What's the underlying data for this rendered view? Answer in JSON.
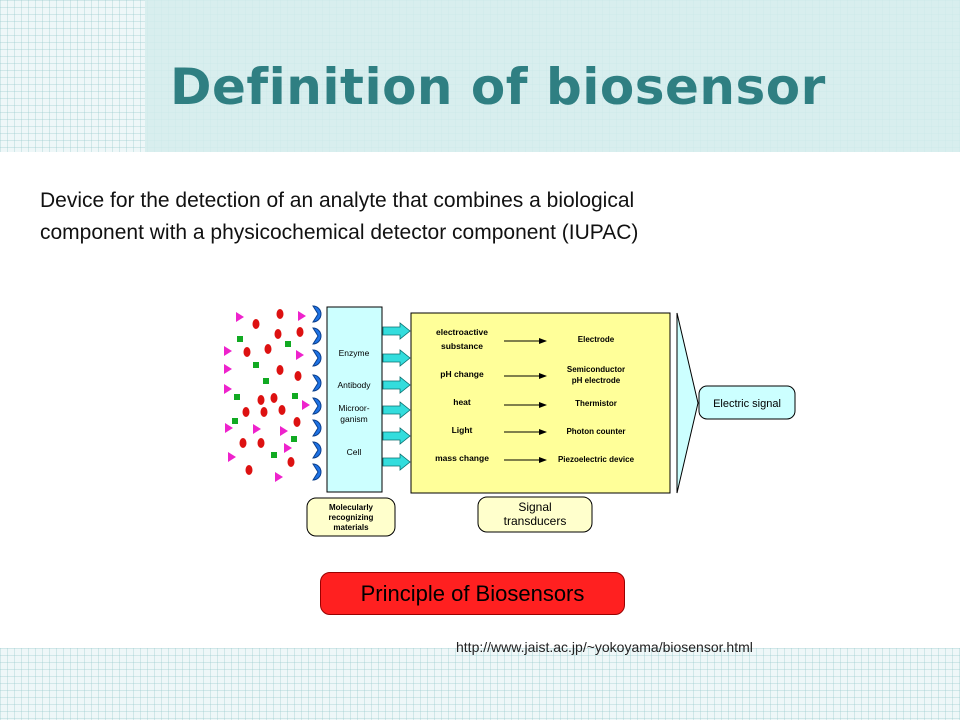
{
  "slide": {
    "title": "Definition of biosensor",
    "definition_line1": "Device for the detection of an analyte that combines a biological",
    "definition_line2": "component with a physicochemical detector component (IUPAC)",
    "source_url": "http://www.jaist.ac.jp/~yokoyama/biosensor.html"
  },
  "diagram": {
    "recognition_elements": [
      "Enzyme",
      "Antibody",
      "Microor-",
      "ganism",
      "Cell"
    ],
    "recognition_caption": [
      "Molecularly",
      "recognizing",
      "materials"
    ],
    "transducer_inputs": [
      "electroactive",
      "substance",
      "pH change",
      "heat",
      "Light",
      "mass change"
    ],
    "transducer_outputs": [
      "Electrode",
      "Semiconductor",
      "pH electrode",
      "Thermistor",
      "Photon counter",
      "Piezoelectric device"
    ],
    "transducer_caption": [
      "Signal",
      "transducers"
    ],
    "output_label": "Electric signal",
    "principle_label": "Principle of Biosensors"
  },
  "colors": {
    "title": "#2f7f82",
    "title_band": "#d4ecec",
    "receptor_panel": "#ccffff",
    "transducer_panel": "#ffff99",
    "arrow_fill": "#33dddd",
    "receptor_blue": "#1e73e6",
    "analyte_red": "#dd1111",
    "analyte_green": "#11aa22",
    "analyte_magenta": "#ee22cc",
    "principle_fill": "#ff2020"
  }
}
